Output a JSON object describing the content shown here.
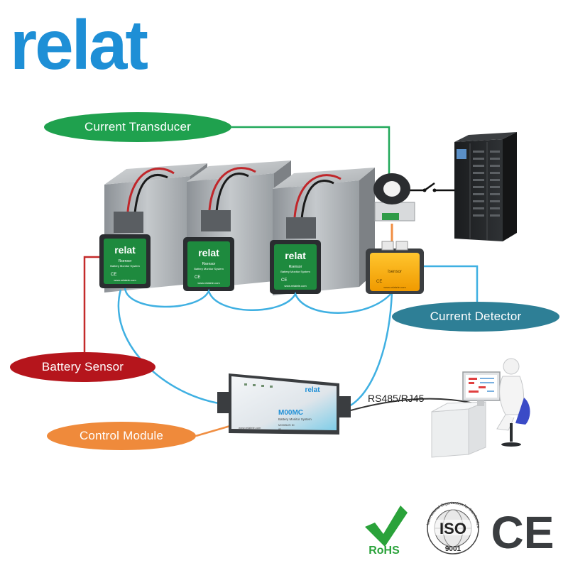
{
  "brand": {
    "logo_text": "relat",
    "color": "#1e8fd6"
  },
  "labels": {
    "current_transducer": "Current Transducer",
    "current_detector": "Current Detector",
    "battery_sensor": "Battery Sensor",
    "control_module": "Control Module",
    "connection": "RS485/RJ45"
  },
  "sensor_labels": {
    "brand": "relat",
    "line1": "Rsensor",
    "line2": "Battery Monitor System",
    "ce": "CE",
    "url": "www.relatele.com"
  },
  "detector_labels": {
    "model": "Isensor",
    "ce": "CE",
    "url": "www.relatele.com"
  },
  "module_labels": {
    "brand": "relat",
    "model": "M00MC",
    "subtitle": "Battery Monitor System",
    "field1": "MODBUS ID",
    "field2": "IP",
    "url": "www.relatele.com"
  },
  "certifications": {
    "rohs": "RoHS",
    "iso": "ISO",
    "iso_number": "9001",
    "iso_ring_text": "International Organization for Standardization",
    "ce": "CE"
  },
  "colors": {
    "green_pill": "#1fa14e",
    "blue_pill": "#2e7f96",
    "red_pill": "#b5151c",
    "orange_pill": "#ef8a3b",
    "green_wire": "#21a85a",
    "blue_wire": "#3fb0e2",
    "red_wire": "#c42a2a",
    "orange_wire": "#f08e42",
    "rohs_green": "#2aa23a"
  },
  "icons": [
    "battery-icon",
    "sensor-icon",
    "current-transducer-icon",
    "switch-icon",
    "ups-cabinet-icon",
    "current-detector-icon",
    "control-module-icon",
    "workstation-icon",
    "rohs-check-icon",
    "iso-seal-icon",
    "ce-mark-icon"
  ]
}
